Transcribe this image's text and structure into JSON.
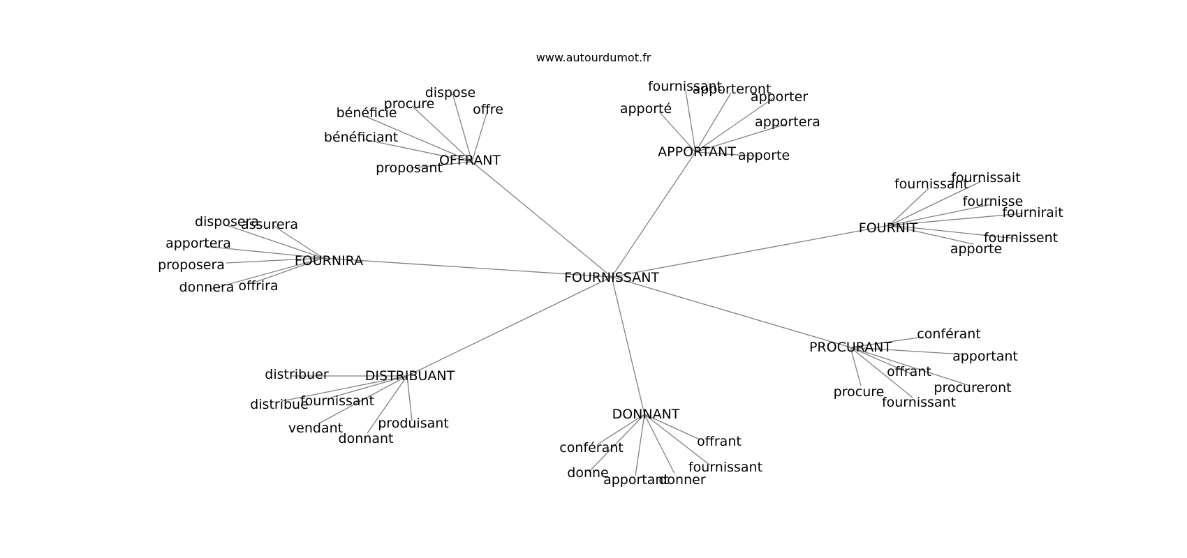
{
  "source": "www.autourdumot.fr",
  "center": "FOURNISSANT",
  "groups": [
    {
      "hub": "OFFRANT",
      "leaves": [
        "dispose",
        "offre",
        "procure",
        "bénéficie",
        "bénéficiant",
        "proposant"
      ]
    },
    {
      "hub": "APPORTANT",
      "leaves": [
        "fournissant",
        "apporteront",
        "apporter",
        "apporté",
        "apportera",
        "apporte"
      ]
    },
    {
      "hub": "FOURNIT",
      "leaves": [
        "fournissant",
        "fournissait",
        "fournisse",
        "fournirait",
        "fournissent",
        "apporte"
      ]
    },
    {
      "hub": "FOURNIRA",
      "leaves": [
        "disposera",
        "assurera",
        "apportera",
        "proposera",
        "donnera",
        "offrira"
      ]
    },
    {
      "hub": "PROCURANT",
      "leaves": [
        "conférant",
        "apportant",
        "offrant",
        "procureront",
        "procure",
        "fournissant"
      ]
    },
    {
      "hub": "DISTRIBUANT",
      "leaves": [
        "distribuer",
        "distribue",
        "fournissant",
        "vendant",
        "produisant",
        "donnant"
      ]
    },
    {
      "hub": "DONNANT",
      "leaves": [
        "conférant",
        "offrant",
        "donne",
        "fournissant",
        "apportant",
        "donner"
      ]
    }
  ]
}
